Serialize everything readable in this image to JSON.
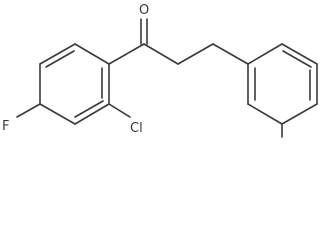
{
  "molecule": {
    "atoms": {
      "oxygen": "O",
      "fluorine": "F",
      "chlorine": "Cl"
    },
    "colors": {
      "bond": "#3a3a3a",
      "label": "#3a3a3a",
      "background": "#ffffff"
    }
  }
}
